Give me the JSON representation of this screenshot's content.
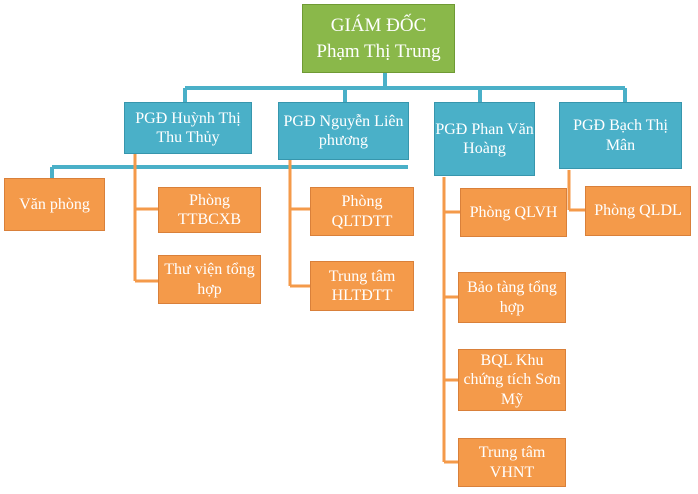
{
  "director": {
    "title": "GIÁM ĐỐC",
    "name": "Phạm Thị Trung"
  },
  "deputies": [
    {
      "label": "PGĐ Huỳnh Thị Thu Thủy"
    },
    {
      "label": "PGĐ Nguyễn Liên phương"
    },
    {
      "label": "PGĐ Phan Văn Hoàng"
    },
    {
      "label": "PGĐ Bạch Thị Mân"
    }
  ],
  "units": {
    "van_phong": "Văn phòng",
    "phong_ttbcxb": "Phòng TTBCXB",
    "thu_vien": "Thư viện tổng hợp",
    "phong_qltdtt": "Phòng QLTDTT",
    "trung_tam_hltdtt": "Trung tâm HLTĐTT",
    "phong_qlvh": "Phòng QLVH",
    "bao_tang": "Bảo tàng tổng hợp",
    "bql_khu": "BQL Khu chứng tích Sơn Mỹ",
    "trung_tam_vhnt": "Trung tâm VHNT",
    "phong_qldl": "Phòng QLDL"
  },
  "colors": {
    "director": "#8ab84a",
    "deputy": "#4ab0c8",
    "unit": "#f49a4a",
    "line_blue": "#4ab0c8",
    "line_orange": "#f49a4a"
  }
}
